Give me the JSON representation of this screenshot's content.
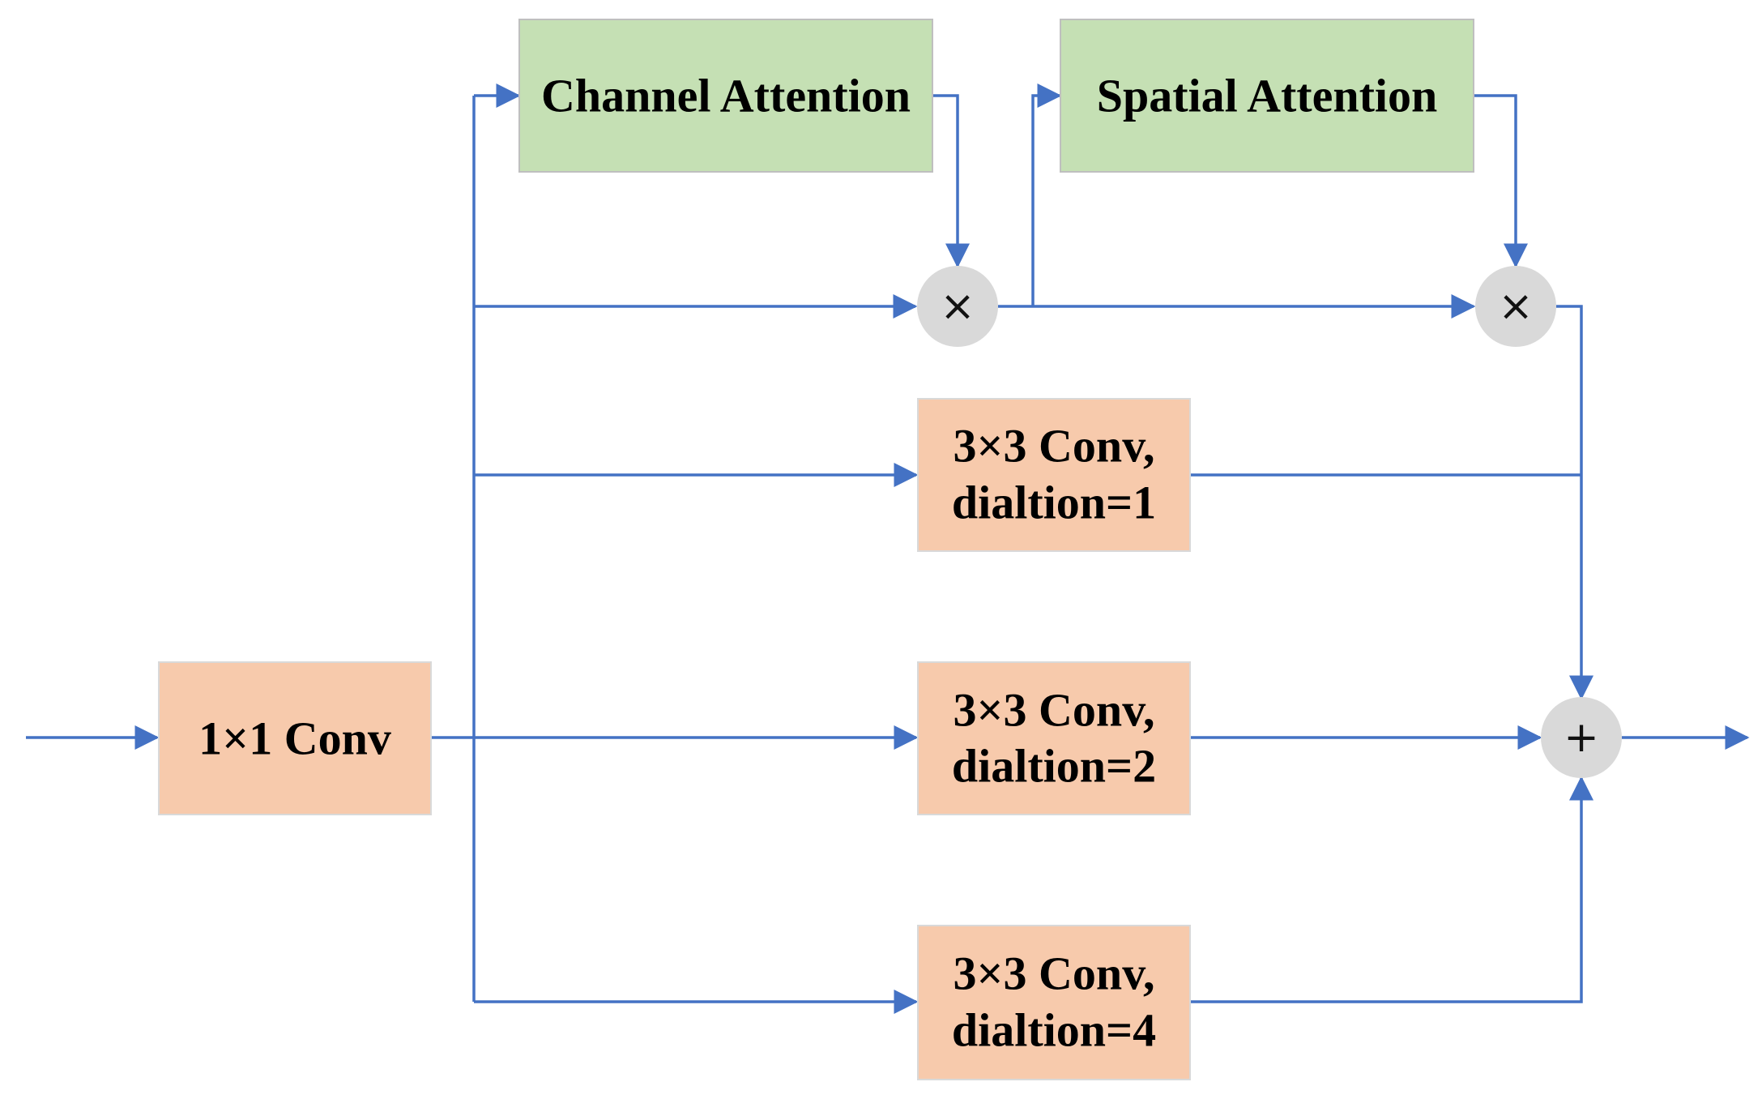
{
  "colors": {
    "conv_fill": "#f7caac",
    "conv_border": "#d9d9d9",
    "attention_fill": "#c5e0b4",
    "attention_border": "#bfbfbf",
    "operator_fill": "#d9d9d9",
    "arrow": "#4472c4"
  },
  "nodes": {
    "conv1x1": {
      "label": "1×1 Conv"
    },
    "channel_attention": {
      "label": "Channel Attention"
    },
    "spatial_attention": {
      "label": "Spatial Attention"
    },
    "conv_d1": {
      "line1": "3×3 Conv,",
      "line2": "dialtion=1"
    },
    "conv_d2": {
      "line1": "3×3 Conv,",
      "line2": "dialtion=2"
    },
    "conv_d4": {
      "line1": "3×3 Conv,",
      "line2": "dialtion=4"
    },
    "multiply_1": {
      "symbol": "×",
      "icon": "multiply-icon"
    },
    "multiply_2": {
      "symbol": "×",
      "icon": "multiply-icon"
    },
    "add": {
      "symbol": "+",
      "icon": "plus-icon"
    }
  }
}
